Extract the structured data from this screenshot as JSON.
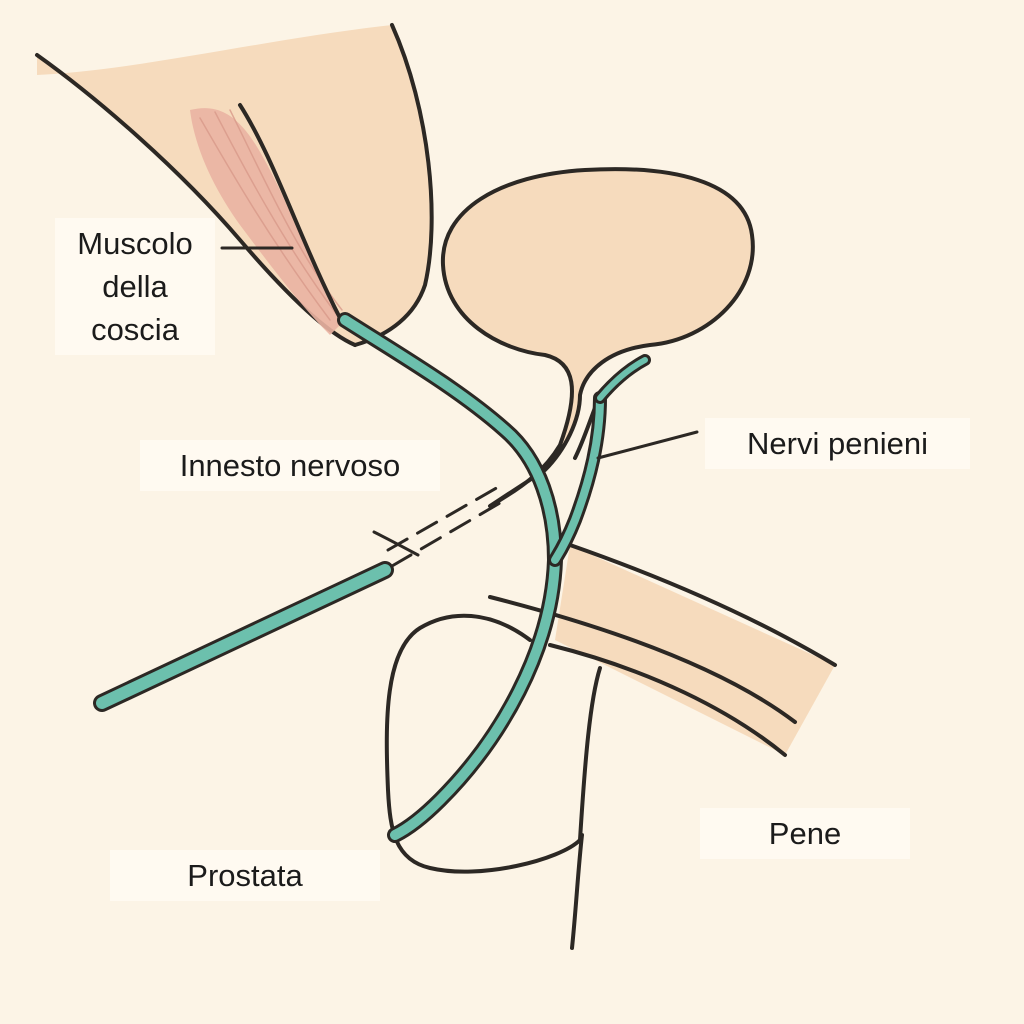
{
  "diagram": {
    "labels": {
      "thigh_muscle": [
        "Muscolo",
        "della",
        "coscia"
      ],
      "nerve_graft": "Innesto nervoso",
      "penile_nerves": "Nervi penieni",
      "penis": "Pene",
      "prostate": "Prostata"
    },
    "colors": {
      "background": "#fcf4e6",
      "tissue": "#f6dbbd",
      "muscle": "#eab3a2",
      "nerve": "#6cc0ad",
      "outline": "#2c2824",
      "label_bg": "#fffaf1"
    }
  }
}
